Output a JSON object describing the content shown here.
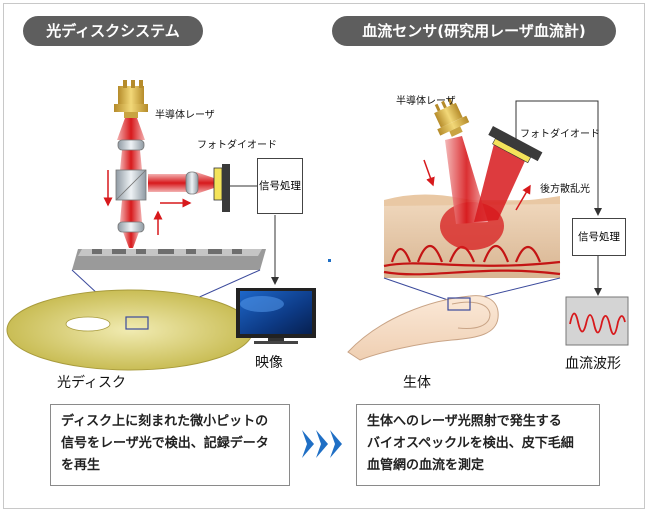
{
  "left_section": {
    "title": "光ディスクシステム",
    "laser_label": "半導体レーザ",
    "photodiode_label": "フォトダイオード",
    "signal_box": "信号処理",
    "disc_label": "光ディスク",
    "output_label": "映像",
    "description_lines": [
      "ディスク上に刻まれた微小ピットの",
      "信号をレーザ光で検出、記録データ",
      "を再生"
    ]
  },
  "right_section": {
    "title": "血流センサ(研究用レーザ血流計)",
    "laser_label": "半導体レーザ",
    "photodiode_label": "フォトダイオード",
    "backscatter_label": "後方散乱光",
    "signal_box": "信号処理",
    "body_label": "生体",
    "output_label": "血流波形",
    "description_lines": [
      "生体へのレーザ光照射で発生する",
      "バイオスペックルを検出、皮下毛細",
      "血管網の血流を測定"
    ]
  },
  "colors": {
    "title_bg": "#5e5e5e",
    "laser_red": "#d7191c",
    "arrow_blue": "#1f6fc5",
    "disc_gold": "#d8cf6a"
  }
}
